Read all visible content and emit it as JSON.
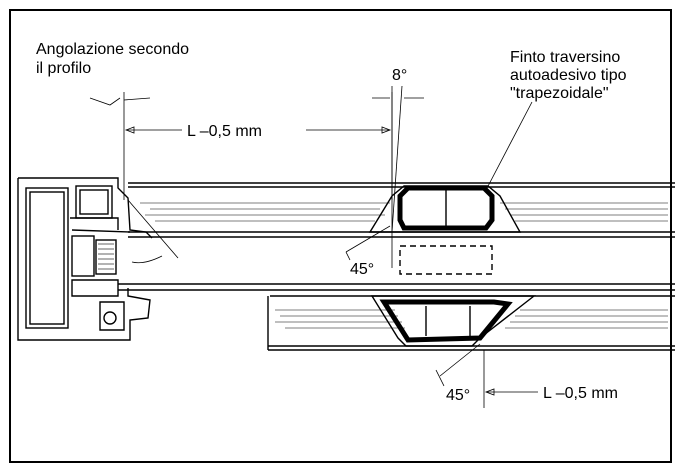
{
  "labels": {
    "angolazione_line1": "Angolazione secondo",
    "angolazione_line2": "il profilo",
    "finto_line1": "Finto traversino",
    "finto_line2": "autoadesivo tipo",
    "finto_line3": "\"trapezoidale\"",
    "dim_top": "L –0,5 mm",
    "dim_bottom": "L –0,5 mm",
    "angle_8": "8°",
    "angle_45_upper": "45°",
    "angle_45_lower": "45°"
  }
}
